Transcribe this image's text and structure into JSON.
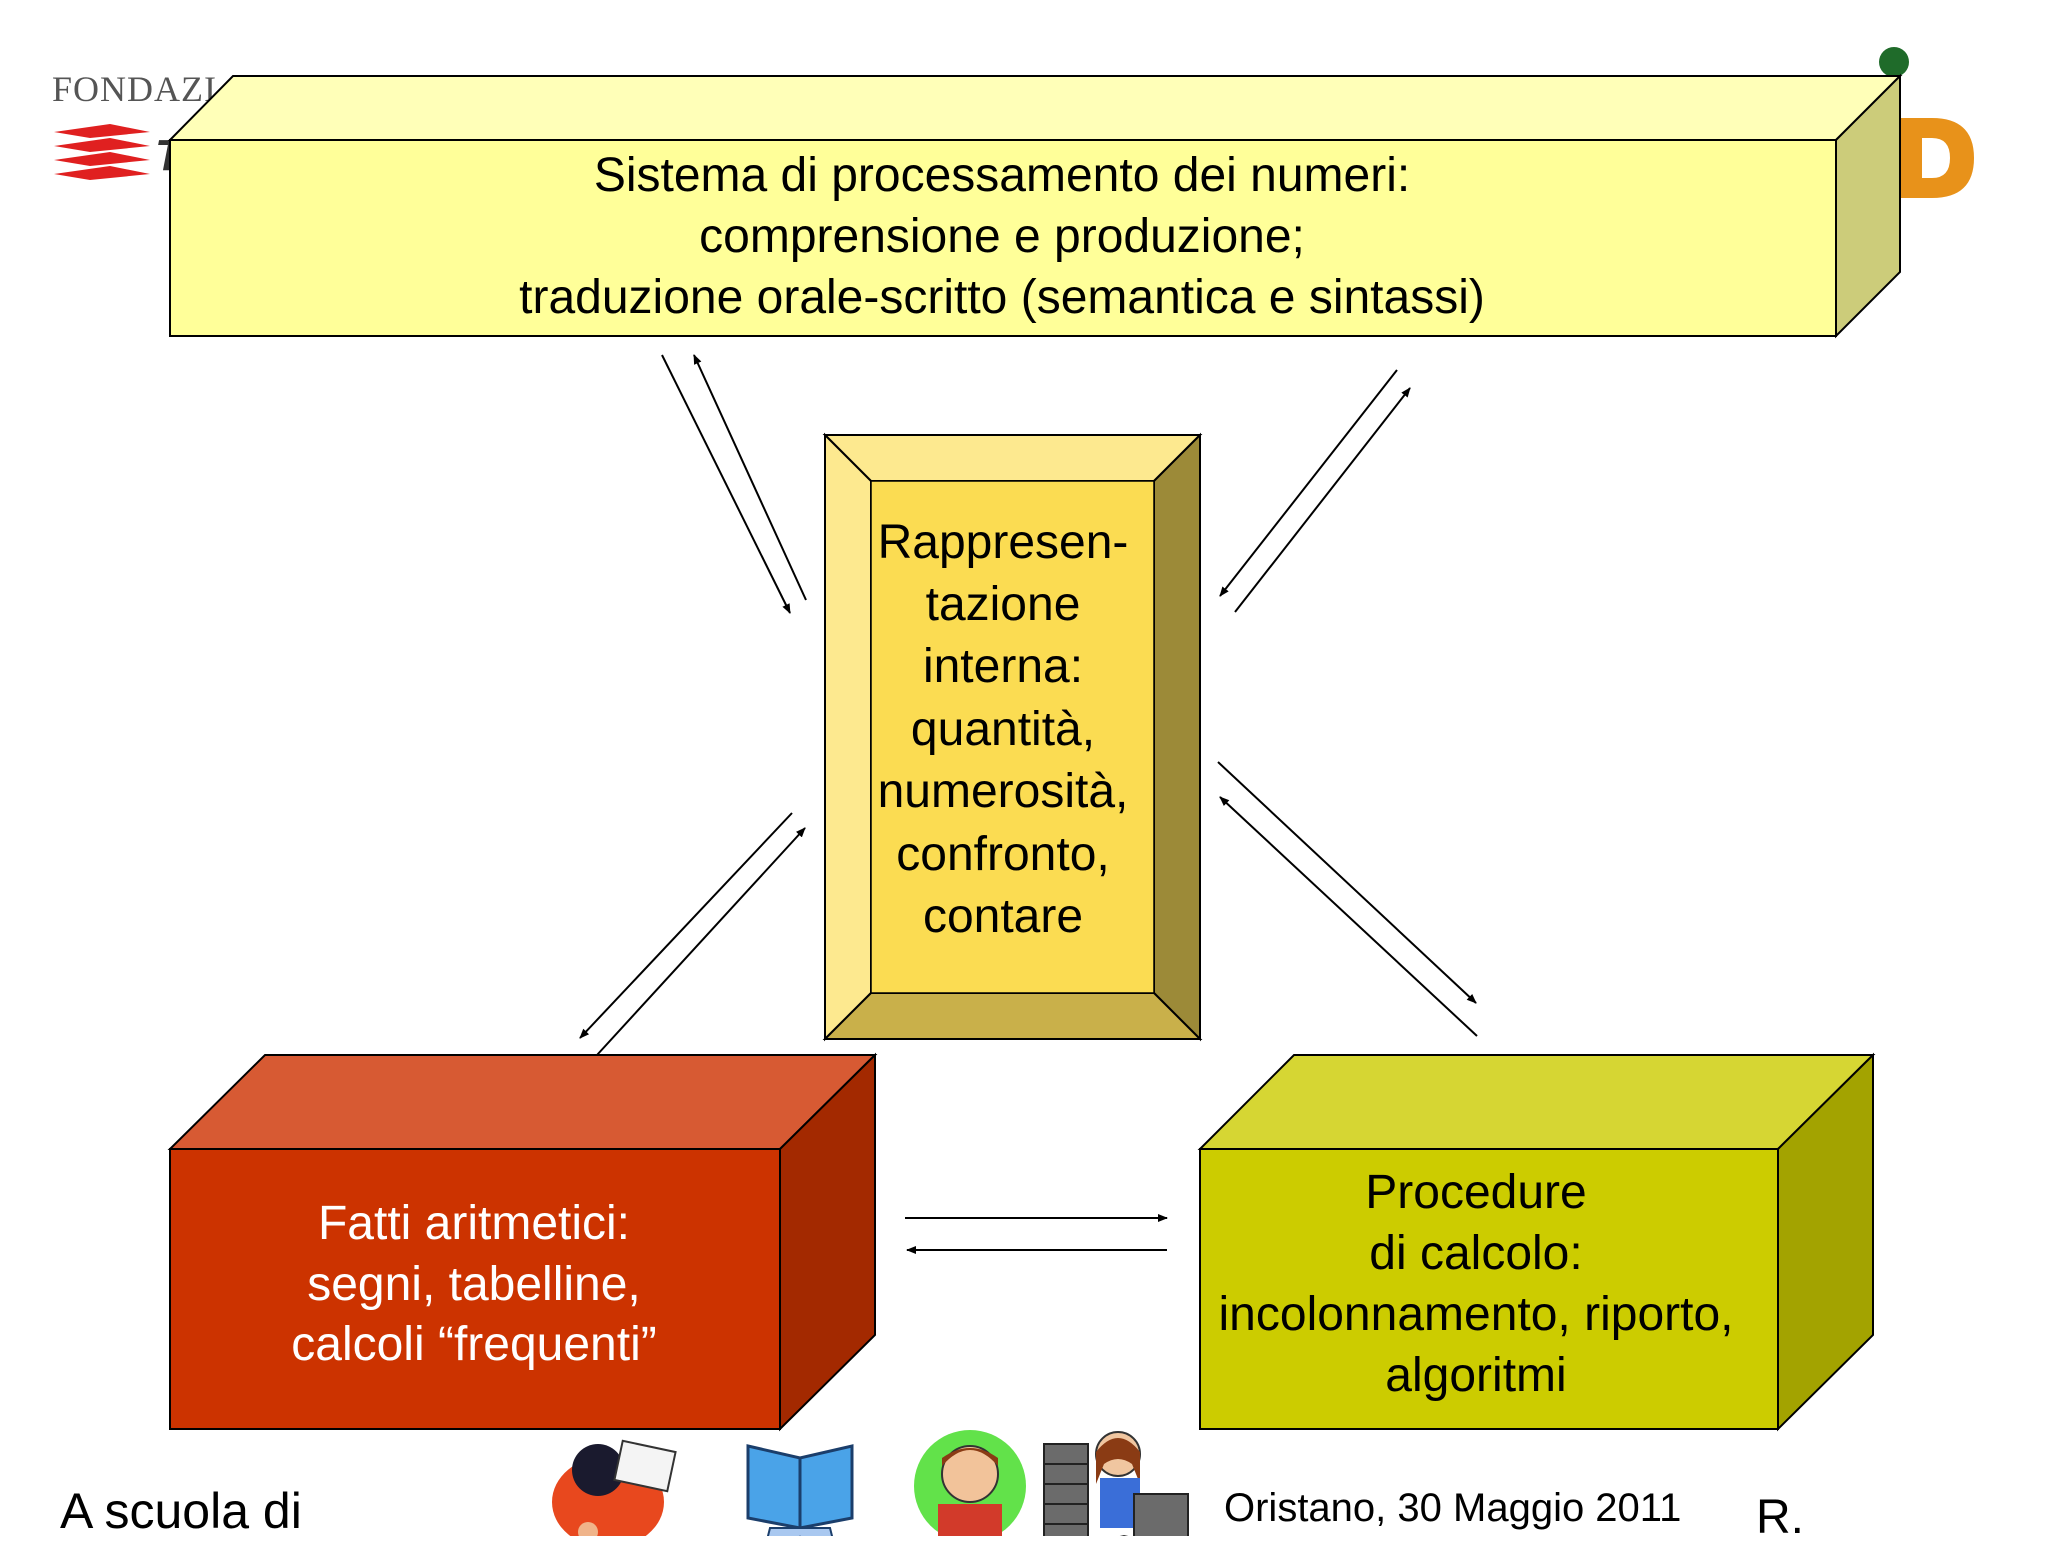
{
  "logos": {
    "left_text": "FONDAZI",
    "left_icon": "fondazione-logo-icon",
    "right_icon": "aid-logo-icon",
    "colors": {
      "left_red": "#e02020",
      "right_orange": "#e8921a",
      "right_green": "#1f6b2a"
    }
  },
  "diagram": {
    "top_box": {
      "text": "Sistema di processamento dei numeri:\ncomprensione e produzione;\ntraduzione orale-scritto (semantica e sintassi)",
      "colors": {
        "front": "#ffff99",
        "top": "#ffffb8",
        "side": "#cccc7a"
      }
    },
    "center_box": {
      "text": "Rappresen-\ntazione\ninterna:\nquantità,\nnumerosità,\nconfronto,\ncontare",
      "colors": {
        "front": "#fbdc52",
        "top": "#fde98f",
        "left": "#fde98f",
        "right": "#9c8a38",
        "bottom": "#c9b04a"
      }
    },
    "left_box": {
      "text": "Fatti aritmetici:\nsegni, tabelline,\ncalcoli “frequenti”",
      "colors": {
        "front": "#cc3300",
        "top": "#d75a33",
        "side": "#a32900"
      }
    },
    "right_box": {
      "text": "Procedure\ndi calcolo:\nincolonnamento, riporto,\nalgoritmi",
      "colors": {
        "front": "#cccc00",
        "top": "#d6d633",
        "side": "#a3a300"
      }
    }
  },
  "footer": {
    "left": "A scuola di",
    "date": "Oristano, 30 Maggio 2011",
    "right": "R.",
    "clipart_icons": [
      "child-reading-icon",
      "student-book-icon",
      "boy-studying-icon",
      "girl-books-icon"
    ]
  }
}
